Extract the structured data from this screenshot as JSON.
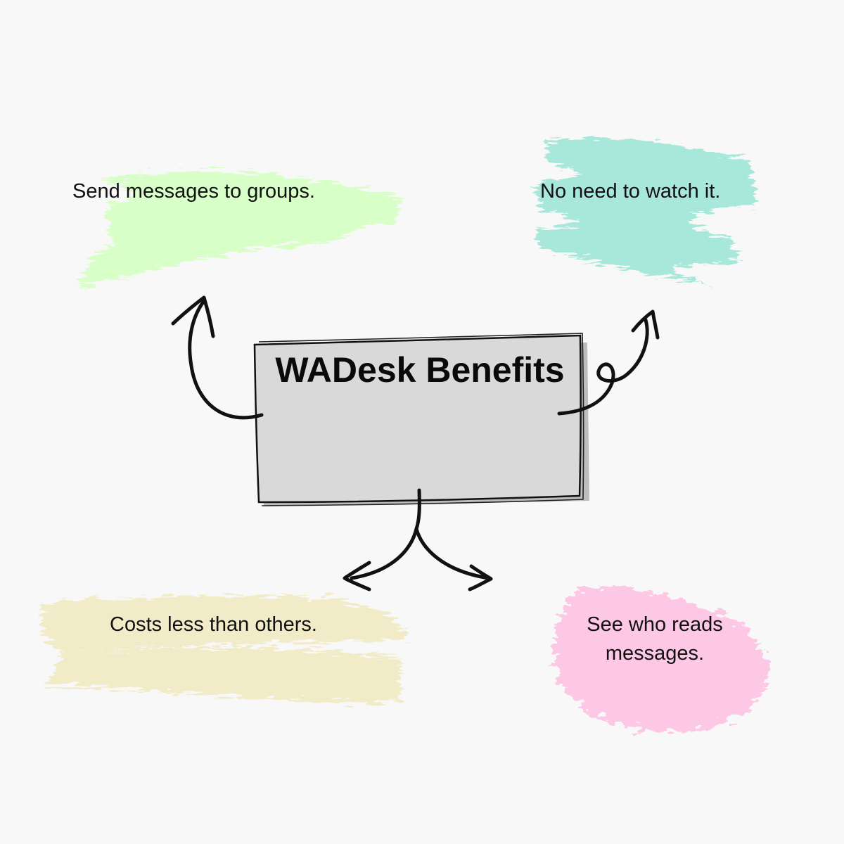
{
  "diagram": {
    "title": "WADesk Benefits",
    "nodes": [
      {
        "id": "top-left",
        "text": "Send messages to groups.",
        "color": "#d8ffc8"
      },
      {
        "id": "top-right",
        "text": "No need to watch it.",
        "color": "#a8e8da"
      },
      {
        "id": "bottom-left",
        "text": "Costs less than others.",
        "color": "#f2ebc8"
      },
      {
        "id": "bottom-right",
        "text": "See who reads messages.",
        "color": "#fcc8e6"
      }
    ],
    "center_color": "#d9d9d9"
  }
}
